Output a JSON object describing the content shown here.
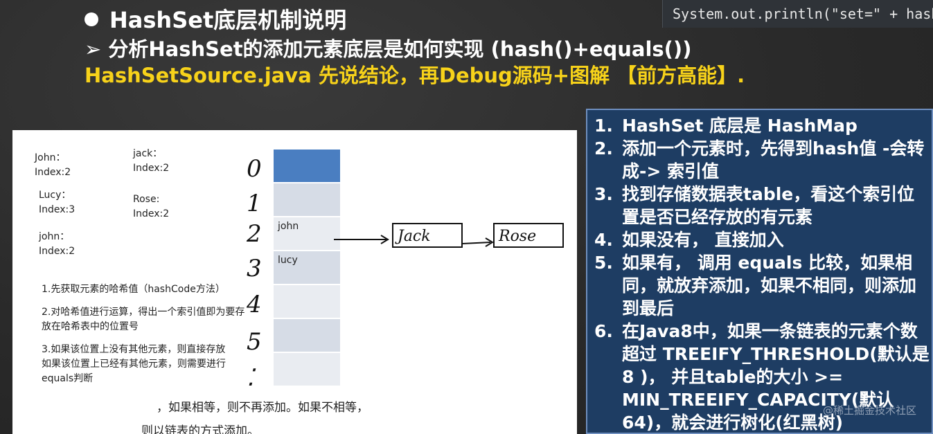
{
  "header": {
    "title": "HashSet底层机制说明",
    "subtitle": "➢ 分析HashSet的添加元素底层是如何实现 (hash()+equals())",
    "highlight": "HashSetSource.java  先说结论，再Debug源码+图解 【前方高能】."
  },
  "code_snippet": "System.out.println(\"set=\" + hashSet);",
  "diagram": {
    "notes": [
      {
        "label": "John：\nIndex:2"
      },
      {
        "label": "jack：\nIndex:2"
      },
      {
        "label": "Lucy：\nIndex:3"
      },
      {
        "label": "Rose:\nIndex:2"
      },
      {
        "label": "john：\nIndex:2"
      }
    ],
    "steps": [
      "1.先获取元素的哈希值（hashCode方法）",
      "2.对哈希值进行运算，得出一个索引值即为要存放在哈希表中的位置号",
      "3.如果该位置上没有其他元素，则直接存放\n如果该位置上已经有其他元素，则需要进行equals判断"
    ],
    "tail1": "，如果相等，则不再添加。如果不相等，",
    "tail2": "则以链表的方式添加。",
    "table_indices": [
      "0",
      "1",
      "2",
      "3",
      "4",
      "5",
      "⁚"
    ],
    "cell_labels": {
      "row2": "john",
      "row3": "lucy"
    },
    "chain": [
      "Jack",
      "Rose"
    ]
  },
  "info": {
    "items": [
      {
        "num": "1.",
        "text": "HashSet 底层是 HashMap"
      },
      {
        "num": "2.",
        "text": "添加一个元素时，先得到hash值 -会转成-> 索引值"
      },
      {
        "num": "3.",
        "text": "找到存储数据表table，看这个索引位置是否已经存放的有元素"
      },
      {
        "num": "4.",
        "text": "如果没有， 直接加入"
      },
      {
        "num": "5.",
        "text": "如果有， 调用 equals 比较，如果相同，就放弃添加，如果不相同，则添加到最后"
      },
      {
        "num": "6.",
        "text": "在Java8中，如果一条链表的元素个数超过 TREEIFY_THRESHOLD(默认是 8 )， 并且table的大小 >= MIN_TREEIFY_CAPACITY(默认64)，就会进行树化(红黑树)"
      }
    ],
    "watermark": "@稀土掘金技术社区"
  },
  "colors": {
    "board": "#2b2b2b",
    "highlight_yellow": "#f7d21a",
    "info_bg": "#1e3d63",
    "cell_blue": "#4a7ec1"
  }
}
